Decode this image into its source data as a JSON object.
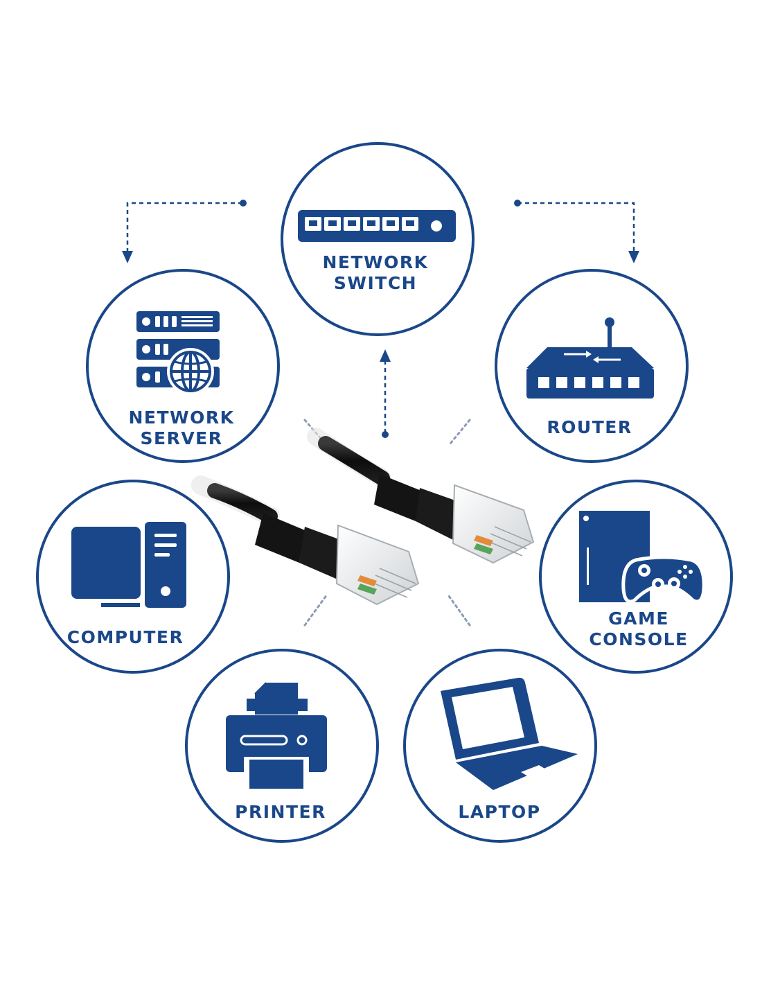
{
  "colors": {
    "primary": "#1a4789",
    "ring": "#1a4789",
    "background": "#ffffff",
    "cable": "#111111",
    "connector": "#e8e8e8"
  },
  "devices": {
    "switch": {
      "icon": "network-switch-icon",
      "line1": "NETWORK",
      "line2": "SWITCH"
    },
    "server": {
      "icon": "network-server-icon",
      "line1": "NETWORK",
      "line2": "SERVER"
    },
    "router": {
      "icon": "router-icon",
      "line1": "ROUTER"
    },
    "computer": {
      "icon": "computer-icon",
      "line1": "COMPUTER"
    },
    "console": {
      "icon": "game-console-icon",
      "line1": "GAME",
      "line2": "CONSOLE"
    },
    "printer": {
      "icon": "printer-icon",
      "line1": "PRINTER"
    },
    "laptop": {
      "icon": "laptop-icon",
      "line1": "LAPTOP"
    }
  }
}
